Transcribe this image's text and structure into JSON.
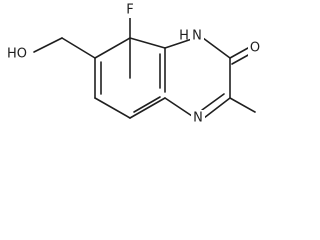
{
  "molecule": {
    "atoms": {
      "F": "F",
      "HO": "HO",
      "NH": "H",
      "N_top": "N",
      "N_bottom": "N",
      "O": "O"
    }
  }
}
